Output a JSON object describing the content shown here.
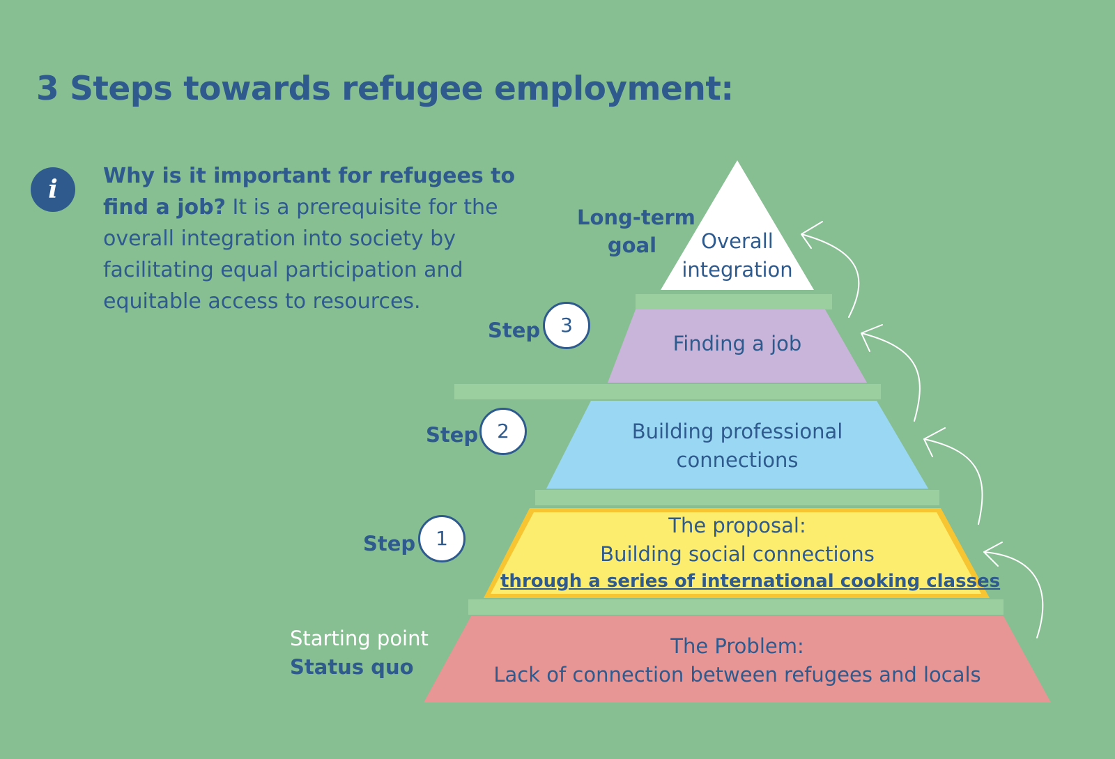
{
  "title": "3 Steps towards refugee employment:",
  "info": {
    "icon": "info-icon",
    "bold_lead": "Why is it important for refugees to find a job?",
    "body": " It is a prerequisite for the overall integration into society by facilitating equal participation and equitable access to resources."
  },
  "labels": {
    "long_term_1": "Long-term",
    "long_term_2": "goal",
    "step_word": "Step",
    "step3": "3",
    "step2": "2",
    "step1": "1",
    "starting_point": "Starting point",
    "status_quo": "Status quo"
  },
  "levels": {
    "top": {
      "line1": "Overall",
      "line2": "integration",
      "color": "#ffffff"
    },
    "step3": {
      "line1": "Finding a job",
      "color": "#c9b5d9"
    },
    "step2": {
      "line1": "Building professional",
      "line2": "connections",
      "color": "#99d7f3"
    },
    "step1": {
      "line1": "The proposal:",
      "line2": "Building social connections",
      "line3": "through a series of international cooking classes",
      "color": "#fced6e",
      "border": "#f6c531"
    },
    "base": {
      "line1": "The Problem:",
      "line2": "Lack of connection between refugees and locals",
      "color": "#e89595"
    }
  },
  "colors": {
    "background": "#87bf93",
    "text": "#2e5a8e",
    "separator": "#9bcf9f"
  }
}
